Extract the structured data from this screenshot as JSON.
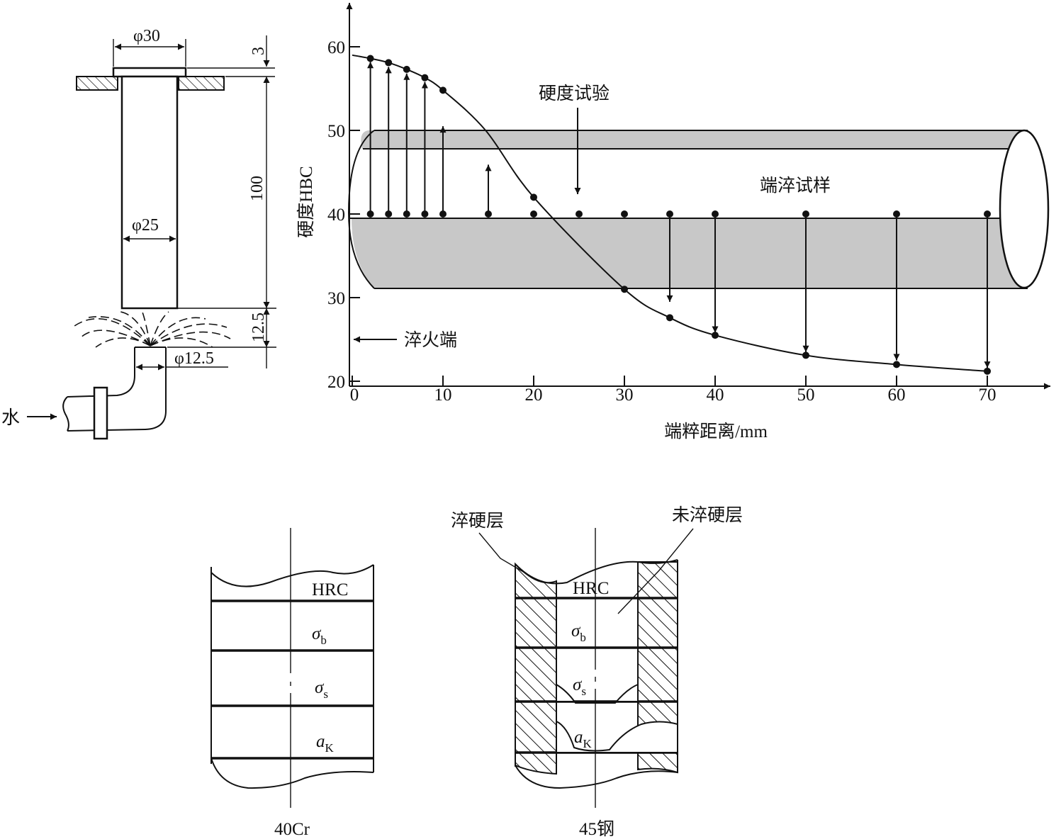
{
  "apparatus": {
    "dim_top_dia": "φ30",
    "dim_top_thk": "3",
    "dim_length": "100",
    "dim_bar_dia": "φ25",
    "dim_gap": "12.5",
    "dim_nozzle_dia": "φ12.5",
    "water_label": "水"
  },
  "chart_data": {
    "type": "line",
    "ylabel": "硬度HBC",
    "xlabel": "端粹距离/mm",
    "xlim": [
      0,
      75
    ],
    "ylim": [
      20,
      63
    ],
    "x_ticks": [
      0,
      10,
      20,
      30,
      40,
      50,
      60,
      70
    ],
    "y_ticks": [
      20,
      30,
      40,
      50,
      60
    ],
    "curve": [
      [
        0,
        59
      ],
      [
        2,
        58.6
      ],
      [
        4,
        58.1
      ],
      [
        6,
        57.3
      ],
      [
        8,
        56.3
      ],
      [
        10,
        54.8
      ],
      [
        14.7,
        50
      ],
      [
        20,
        42
      ],
      [
        30,
        31
      ],
      [
        35,
        27.6
      ],
      [
        40,
        25.5
      ],
      [
        50,
        23.1
      ],
      [
        60,
        22
      ],
      [
        70,
        21.2
      ]
    ],
    "test_points": [
      2,
      4,
      6,
      8,
      10,
      15,
      20,
      25,
      30,
      35,
      40,
      50,
      60,
      70
    ],
    "specimen_axis_hrc": 40,
    "annotations": {
      "hardness_test": "硬度试验",
      "specimen": "端淬试样",
      "quench_end": "淬火端"
    }
  },
  "bottom": {
    "left_title": "40Cr",
    "right_title": "45钢",
    "labels": [
      "HRC",
      "σb",
      "σs",
      "aK"
    ],
    "hardened_layer": "淬硬层",
    "unhardened_layer": "未淬硬层"
  }
}
